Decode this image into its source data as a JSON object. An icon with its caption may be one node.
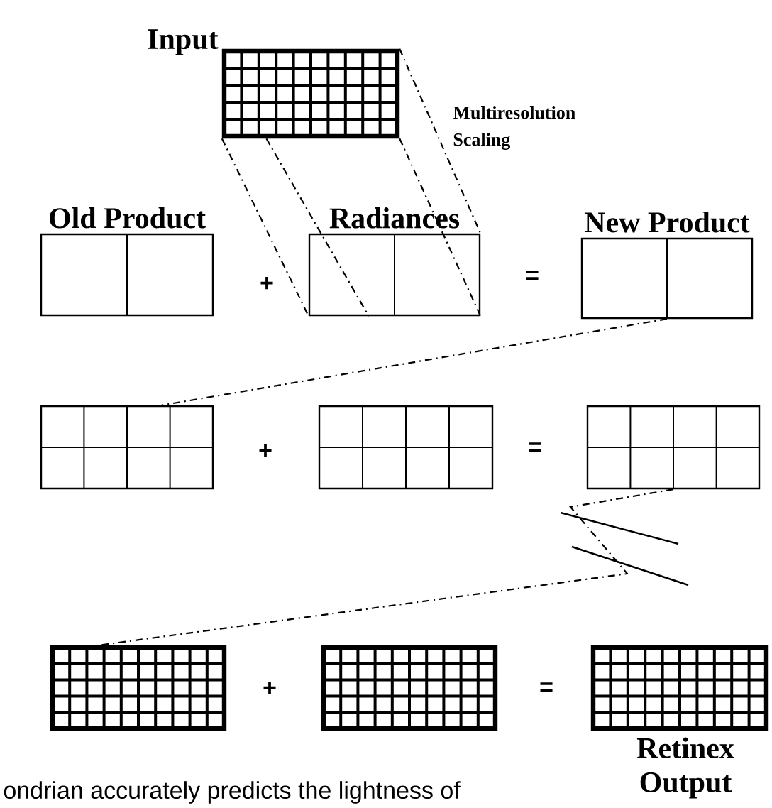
{
  "diagram": {
    "nodes": [
      {
        "text": [
          "Input"
        ]
      },
      {
        "text": [
          "Old Product"
        ]
      },
      {
        "text": [
          "Radiances"
        ]
      },
      {
        "text": [
          "New Product"
        ]
      },
      {
        "text": [],
        "shape": "box"
      },
      {
        "text": [],
        "shape": "box"
      },
      {
        "text": [],
        "shape": "box"
      },
      {
        "text": [],
        "shape": "box"
      },
      {
        "text": [],
        "shape": "box"
      },
      {
        "text": [
          "Retinex Output"
        ]
      }
    ],
    "edges": [
      {
        "from": 0,
        "to": 2,
        "arrow": "none",
        "style": "dashed",
        "label": "Multiresolution Scaling"
      },
      {
        "from": 3,
        "to": 4,
        "arrow": "none",
        "style": "dashed"
      },
      {
        "from": 6,
        "to": 7,
        "arrow": "none",
        "style": "dashed"
      }
    ],
    "labels": [
      "+",
      "=",
      "+",
      "=",
      "+",
      "=",
      "ondrian accurately predicts the lightness of"
    ]
  }
}
